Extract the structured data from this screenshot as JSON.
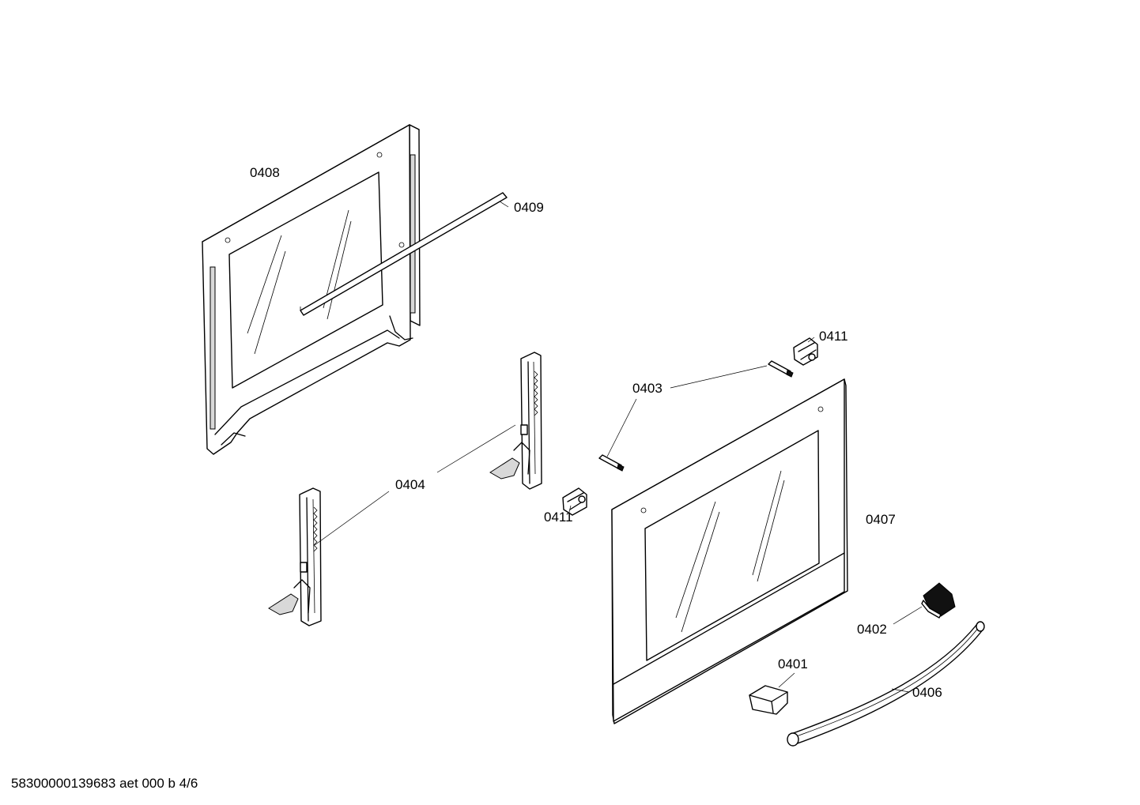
{
  "callouts": {
    "p0408": "0408",
    "p0409": "0409",
    "p0411_top": "0411",
    "p0403": "0403",
    "p0404": "0404",
    "p0411_mid": "0411",
    "p0407": "0407",
    "p0402": "0402",
    "p0401": "0401",
    "p0406": "0406"
  },
  "footer": {
    "code": "58300000139683 aet 000 b 4/6"
  }
}
